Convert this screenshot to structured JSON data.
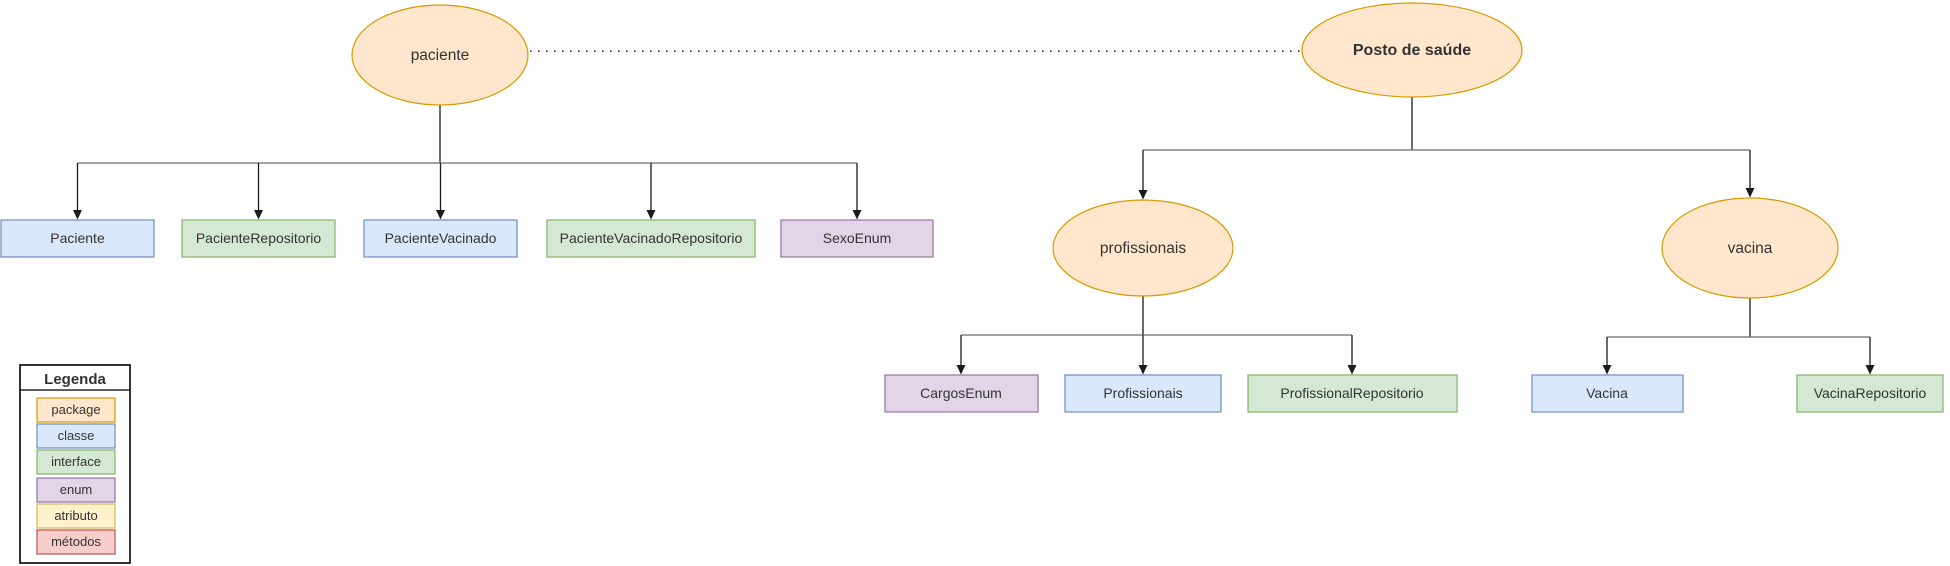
{
  "palette": {
    "package": {
      "fill": "#FFE6CC",
      "stroke": "#D79B00"
    },
    "classe": {
      "fill": "#DAE8FC",
      "stroke": "#6C8EBF"
    },
    "interface": {
      "fill": "#D5E8D4",
      "stroke": "#82B366"
    },
    "enum": {
      "fill": "#E1D5E7",
      "stroke": "#9673A6"
    },
    "atributo": {
      "fill": "#FFF2CC",
      "stroke": "#D6B656"
    },
    "metodos": {
      "fill": "#F8CECC",
      "stroke": "#B85450"
    }
  },
  "packages": {
    "paciente": {
      "label": "paciente"
    },
    "posto": {
      "label": "Posto de saúde"
    },
    "profissionais": {
      "label": "profissionais"
    },
    "vacina": {
      "label": "vacina"
    }
  },
  "nodes": {
    "paciente_children": [
      {
        "label": "Paciente",
        "type": "classe"
      },
      {
        "label": "PacienteRepositorio",
        "type": "interface"
      },
      {
        "label": "PacienteVacinado",
        "type": "classe"
      },
      {
        "label": "PacienteVacinadoRepositorio",
        "type": "interface"
      },
      {
        "label": "SexoEnum",
        "type": "enum"
      }
    ],
    "profissionais_children": [
      {
        "label": "CargosEnum",
        "type": "enum"
      },
      {
        "label": "Profissionais",
        "type": "classe"
      },
      {
        "label": "ProfissionalRepositorio",
        "type": "interface"
      }
    ],
    "vacina_children": [
      {
        "label": "Vacina",
        "type": "classe"
      },
      {
        "label": "VacinaRepositorio",
        "type": "interface"
      }
    ]
  },
  "legend": {
    "title": "Legenda",
    "items": [
      {
        "label": "package",
        "type": "package"
      },
      {
        "label": "classe",
        "type": "classe"
      },
      {
        "label": "interface",
        "type": "interface"
      },
      {
        "label": "enum",
        "type": "enum"
      },
      {
        "label": "atributo",
        "type": "atributo"
      },
      {
        "label": "métodos",
        "type": "metodos"
      }
    ]
  }
}
